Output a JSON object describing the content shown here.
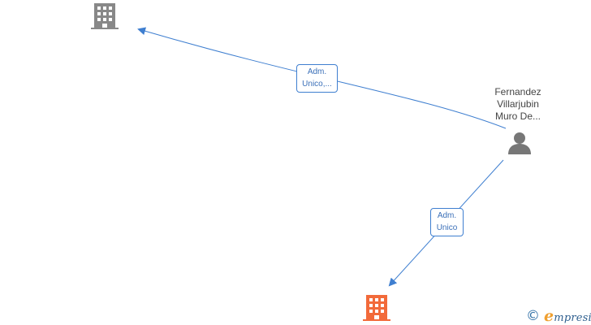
{
  "nodes": {
    "company_top": {
      "kind": "company",
      "color": "#888888"
    },
    "company_bottom": {
      "kind": "company",
      "color": "#f26a3a"
    },
    "person": {
      "kind": "person",
      "color": "#777777",
      "name_lines": [
        "Fernandez",
        "Villarjubin",
        "Muro De..."
      ]
    }
  },
  "edges": {
    "to_top_company": {
      "label_lines": [
        "Adm.",
        "Unico,..."
      ]
    },
    "to_bottom_company": {
      "label_lines": [
        "Adm.",
        "Unico"
      ]
    }
  },
  "edge_color": "#3f7fd0",
  "watermark": {
    "symbol": "©",
    "brand_initial": "e",
    "brand_rest": "mpresia"
  }
}
